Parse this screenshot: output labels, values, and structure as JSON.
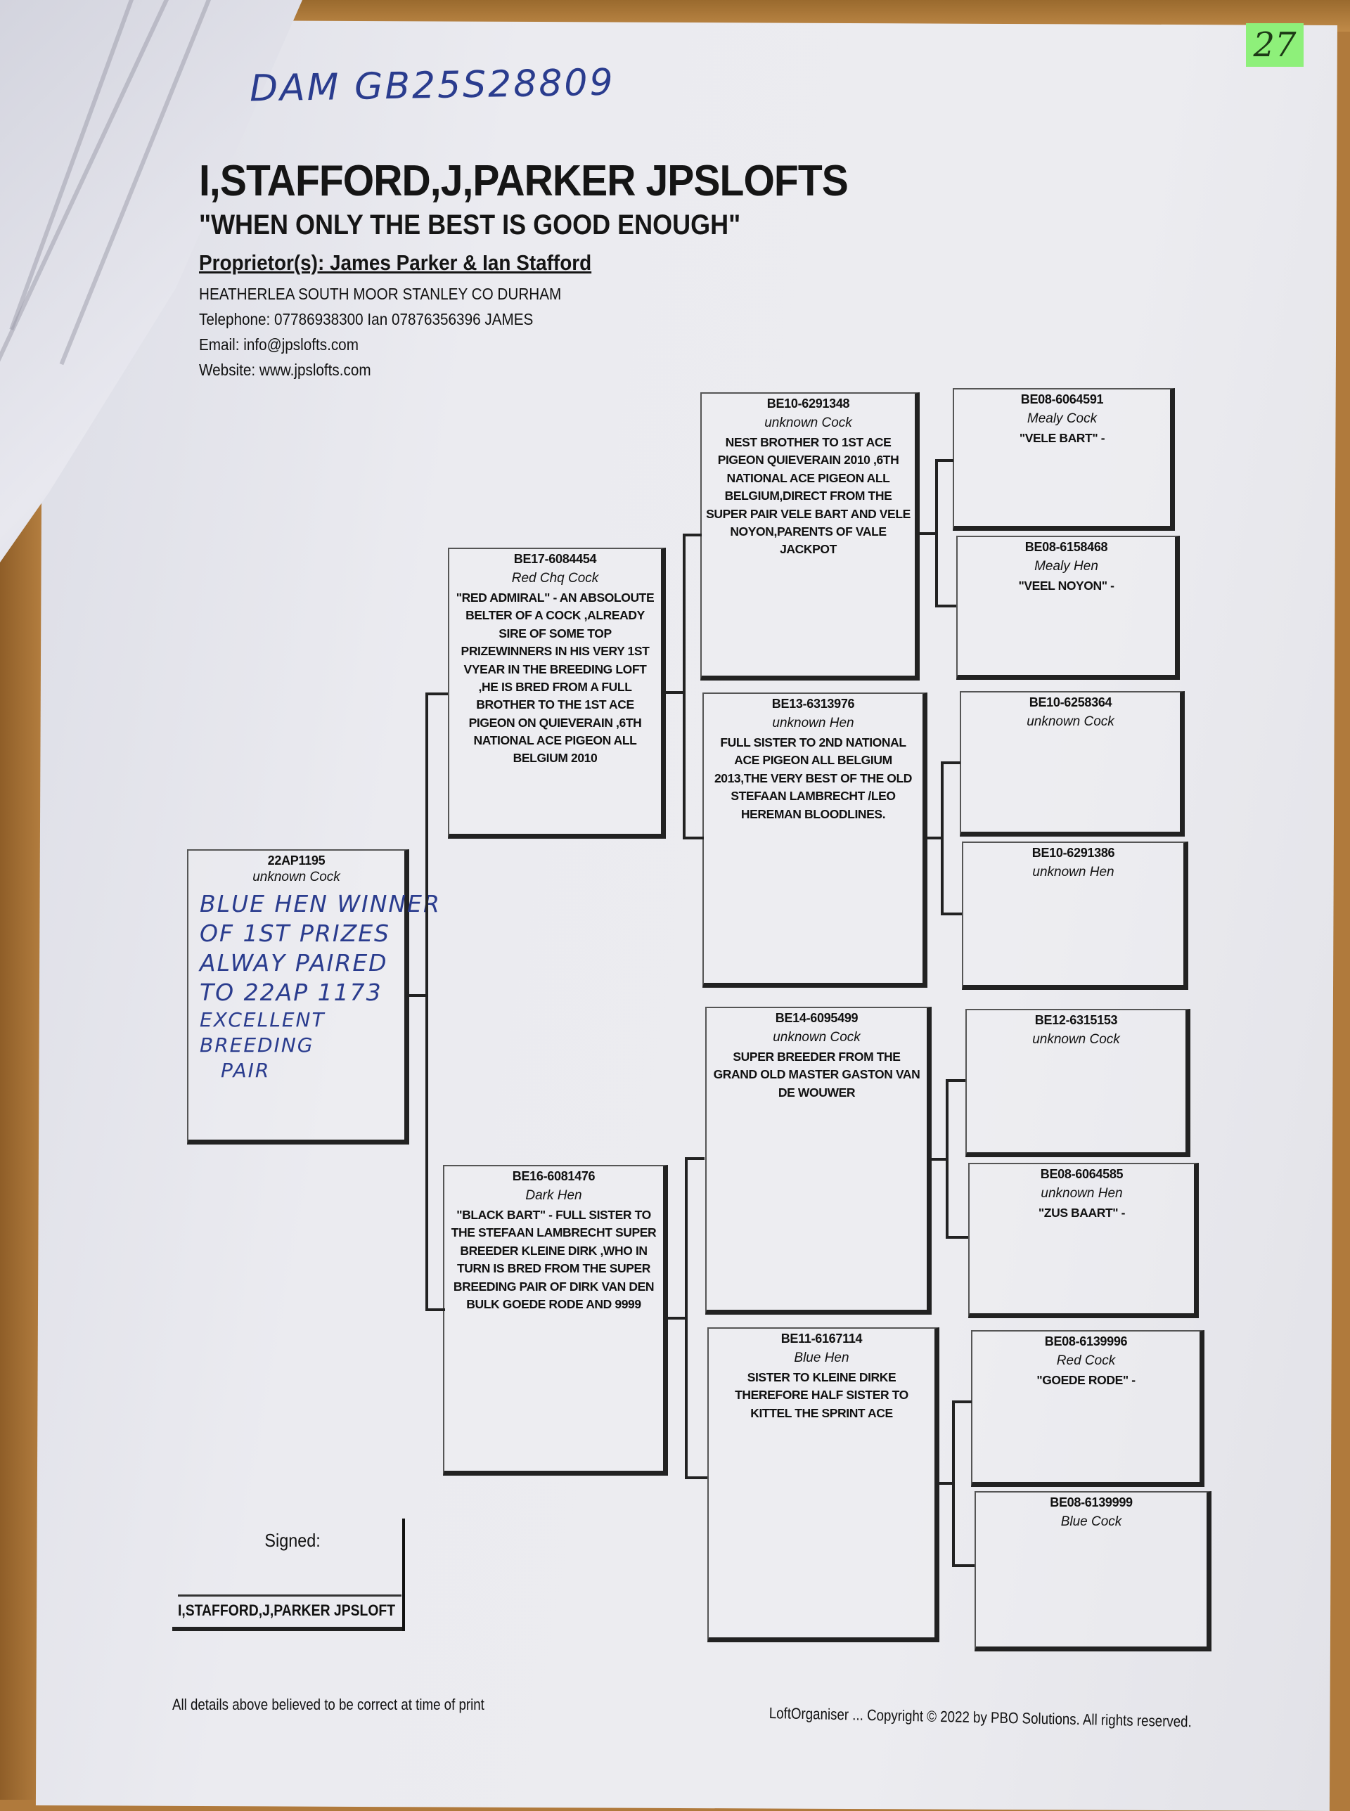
{
  "sticky_number": "27",
  "handwritten_dam": "DAM GB25S28809",
  "header": {
    "title": "I,STAFFORD,J,PARKER JPSLOFTS",
    "motto": "\"WHEN ONLY THE BEST IS GOOD ENOUGH\"",
    "proprietors": "Proprietor(s): James Parker & Ian Stafford",
    "address": "HEATHERLEA SOUTH MOOR STANLEY CO DURHAM",
    "telephone": "Telephone: 07786938300 Ian     07876356396 JAMES",
    "email": "Email: info@jpslofts.com",
    "website": "Website: www.jpslofts.com"
  },
  "subject": {
    "ring": "22AP1195",
    "colour": "unknown Cock",
    "handwritten": [
      "BLUE HEN WINNER",
      "OF 1ST PRIZES",
      "ALWAY PAIRED",
      "TO 22AP 1173",
      "EXCELLENT",
      "BREEDING",
      "PAIR"
    ]
  },
  "pedigree": [
    {
      "ring": "BE17-6084454",
      "colour": "Red Chq Cock",
      "desc": "\"RED ADMIRAL\" - AN ABSOLOUTE BELTER OF A COCK ,ALREADY SIRE OF SOME TOP PRIZEWINNERS IN HIS VERY 1ST VYEAR IN THE BREEDING LOFT ,HE IS BRED FROM A FULL BROTHER TO THE 1ST ACE PIGEON ON QUIEVERAIN ,6TH NATIONAL ACE PIGEON ALL BELGIUM 2010"
    },
    {
      "ring": "BE16-6081476",
      "colour": "Dark Hen",
      "desc": "\"BLACK BART\" - FULL SISTER TO THE STEFAAN LAMBRECHT SUPER BREEDER KLEINE DIRK ,WHO IN TURN IS BRED FROM THE SUPER BREEDING PAIR OF DIRK VAN DEN BULK GOEDE RODE AND 9999"
    },
    {
      "ring": "BE10-6291348",
      "colour": "unknown Cock",
      "desc": "NEST BROTHER TO 1ST ACE PIGEON QUIEVERAIN 2010 ,6TH NATIONAL ACE PIGEON ALL BELGIUM,DIRECT FROM THE SUPER PAIR VELE BART AND VELE NOYON,PARENTS OF VALE JACKPOT"
    },
    {
      "ring": "BE13-6313976",
      "colour": "unknown Hen",
      "desc": "FULL SISTER TO 2ND NATIONAL ACE PIGEON ALL BELGIUM 2013,THE VERY BEST OF THE OLD STEFAAN LAMBRECHT /LEO HEREMAN BLOODLINES."
    },
    {
      "ring": "BE14-6095499",
      "colour": "unknown Cock",
      "desc": "SUPER BREEDER FROM THE GRAND OLD MASTER GASTON VAN DE WOUWER"
    },
    {
      "ring": "BE11-6167114",
      "colour": "Blue Hen",
      "desc": "SISTER TO KLEINE DIRKE THEREFORE HALF SISTER TO KITTEL THE SPRINT ACE"
    },
    {
      "ring": "BE08-6064591",
      "colour": "Mealy Cock",
      "desc": "\"VELE BART\" -"
    },
    {
      "ring": "BE08-6158468",
      "colour": "Mealy Hen",
      "desc": "\"VEEL NOYON\" -"
    },
    {
      "ring": "BE10-6258364",
      "colour": "unknown Cock",
      "desc": ""
    },
    {
      "ring": "BE10-6291386",
      "colour": "unknown Hen",
      "desc": ""
    },
    {
      "ring": "BE12-6315153",
      "colour": "unknown Cock",
      "desc": ""
    },
    {
      "ring": "BE08-6064585",
      "colour": "unknown Hen",
      "desc": "\"ZUS BAART\" -"
    },
    {
      "ring": "BE08-6139996",
      "colour": "Red Cock",
      "desc": "\"GOEDE RODE\" -"
    },
    {
      "ring": "BE08-6139999",
      "colour": "Blue Cock",
      "desc": ""
    }
  ],
  "signature": {
    "label": "Signed:",
    "name": "I,STAFFORD,J,PARKER JPSLOFT"
  },
  "footer": {
    "disclaimer": "All details above believed to be correct at time of print",
    "copyright": "LoftOrganiser ... Copyright © 2022 by PBO Solutions. All rights reserved."
  }
}
